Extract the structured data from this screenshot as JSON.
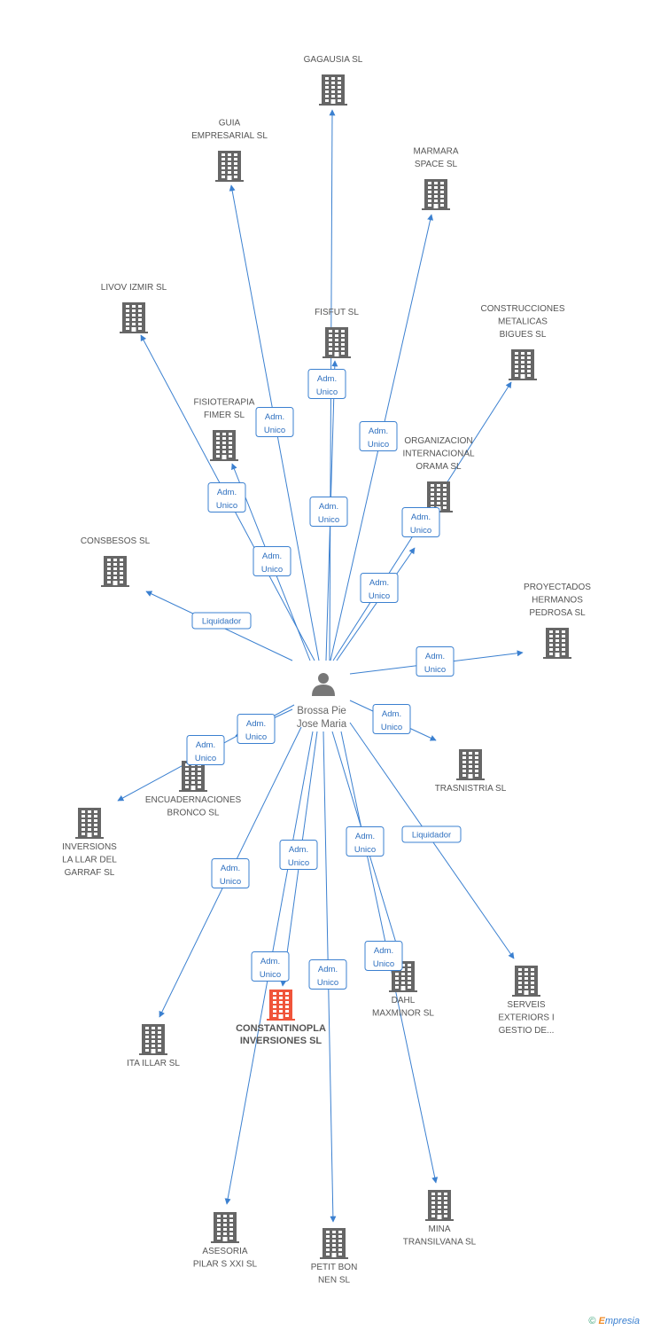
{
  "person": {
    "id": "P",
    "lines": [
      "Brossa Pie",
      "Jose Maria"
    ]
  },
  "nodes": [
    {
      "id": "gagausia",
      "lines": [
        "GAGAUSIA SL"
      ]
    },
    {
      "id": "guia",
      "lines": [
        "GUIA",
        "EMPRESARIAL SL"
      ]
    },
    {
      "id": "marmara",
      "lines": [
        "MARMARA",
        "SPACE SL"
      ]
    },
    {
      "id": "livov",
      "lines": [
        "LIVOV IZMIR SL"
      ]
    },
    {
      "id": "fisfut",
      "lines": [
        "FISFUT SL"
      ]
    },
    {
      "id": "construcciones",
      "lines": [
        "CONSTRUCCIONES",
        "METALICAS",
        "BIGUES SL"
      ]
    },
    {
      "id": "fisioterapia",
      "lines": [
        "FISIOTERAPIA",
        "FIMER SL"
      ]
    },
    {
      "id": "organizacion",
      "lines": [
        "ORGANIZACION",
        "INTERNACIONAL",
        "ORAMA SL"
      ]
    },
    {
      "id": "consbesos",
      "lines": [
        "CONSBESOS SL"
      ]
    },
    {
      "id": "proyectados",
      "lines": [
        "PROYECTADOS",
        "HERMANOS",
        "PEDROSA SL"
      ]
    },
    {
      "id": "trasnistria",
      "lines": [
        "TRASNISTRIA SL"
      ]
    },
    {
      "id": "encuadernaciones",
      "lines": [
        "ENCUADERNACIONES",
        "BRONCO SL"
      ]
    },
    {
      "id": "inversions",
      "lines": [
        "INVERSIONS",
        "LA LLAR DEL",
        "GARRAF SL"
      ]
    },
    {
      "id": "itaillar",
      "lines": [
        "ITA ILLAR SL"
      ]
    },
    {
      "id": "constantinopla",
      "lines": [
        "CONSTANTINOPLA",
        "INVERSIONES SL"
      ],
      "focus": true
    },
    {
      "id": "dahl",
      "lines": [
        "DAHL",
        "MAXMINOR SL"
      ]
    },
    {
      "id": "serveis",
      "lines": [
        "SERVEIS",
        "EXTERIORS I",
        "GESTIO DE..."
      ]
    },
    {
      "id": "asesoria",
      "lines": [
        "ASESORIA",
        "PILAR S XXI SL"
      ]
    },
    {
      "id": "petitbon",
      "lines": [
        "PETIT BON",
        "NEN SL"
      ]
    },
    {
      "id": "mina",
      "lines": [
        "MINA",
        "TRANSILVANA SL"
      ]
    }
  ],
  "edges": [
    {
      "to": "gagausia",
      "role": [
        "Adm.",
        "Unico"
      ]
    },
    {
      "to": "guia",
      "role": [
        "Adm.",
        "Unico"
      ]
    },
    {
      "to": "marmara",
      "role": [
        "Adm.",
        "Unico"
      ]
    },
    {
      "to": "livov",
      "role": [
        "Adm.",
        "Unico"
      ]
    },
    {
      "to": "fisfut",
      "role": [
        "Adm.",
        "Unico"
      ]
    },
    {
      "to": "construcciones",
      "role": [
        "Adm.",
        "Unico"
      ]
    },
    {
      "to": "fisioterapia",
      "role": [
        "Adm.",
        "Unico"
      ]
    },
    {
      "to": "organizacion",
      "role": [
        "Adm.",
        "Unico"
      ]
    },
    {
      "to": "consbesos",
      "role": [
        "Liquidador"
      ]
    },
    {
      "to": "proyectados",
      "role": [
        "Adm.",
        "Unico"
      ]
    },
    {
      "to": "trasnistria",
      "role": [
        "Adm.",
        "Unico"
      ]
    },
    {
      "to": "encuadernaciones",
      "role": [
        "Adm.",
        "Unico"
      ]
    },
    {
      "to": "inversions",
      "role": [
        "Adm.",
        "Unico"
      ]
    },
    {
      "to": "itaillar",
      "role": [
        "Adm.",
        "Unico"
      ]
    },
    {
      "to": "constantinopla",
      "role": [
        "Adm.",
        "Unico"
      ]
    },
    {
      "to": "dahl",
      "role": [
        "Adm.",
        "Unico"
      ]
    },
    {
      "to": "serveis",
      "role": [
        "Liquidador"
      ]
    },
    {
      "to": "asesoria",
      "role": [
        "Adm.",
        "Unico"
      ]
    },
    {
      "to": "petitbon",
      "role": [
        "Adm.",
        "Unico"
      ]
    },
    {
      "to": "mina",
      "role": [
        "Adm.",
        "Unico"
      ]
    }
  ],
  "colors": {
    "edge": "#3b80d0",
    "building": "#666666",
    "focus_building": "#f0543a"
  },
  "footer": {
    "copyright": "©",
    "brand_first": "E",
    "brand_rest": "mpresia"
  }
}
